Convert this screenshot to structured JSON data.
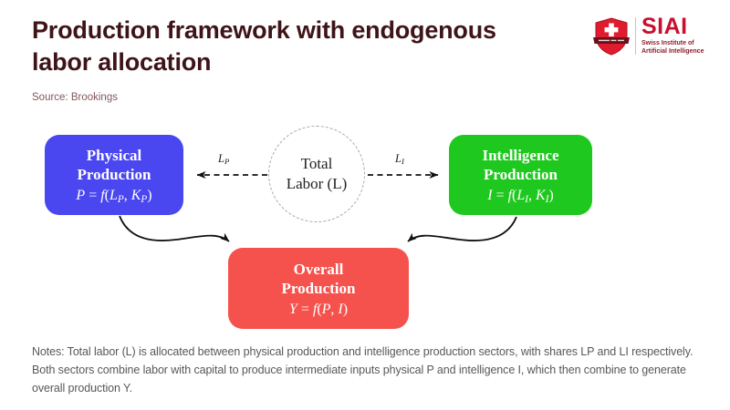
{
  "header": {
    "title_line1": "Production framework with endogenous",
    "title_line2": "labor allocation",
    "title_color": "#3e1417",
    "source": "Source: Brookings",
    "source_color": "#83565c"
  },
  "logo": {
    "name": "SIAI",
    "subtitle_line1": "Swiss Institute of",
    "subtitle_line2": "Artificial Intelligence",
    "brand_red": "#c8102e",
    "brand_dark": "#8c1d2b",
    "shield_icon": "swiss-shield-with-cross-and-banner"
  },
  "diagram": {
    "labor_circle": {
      "line1": "Total",
      "line2": "Labor (L)"
    },
    "edge_label_left": [
      [
        "L",
        "i"
      ],
      [
        "P",
        "s"
      ]
    ],
    "edge_label_right": [
      [
        "L",
        "i"
      ],
      [
        "I",
        "s"
      ]
    ],
    "arrow_color": "#111111",
    "nodes": {
      "physical": {
        "line1": "Physical",
        "line2": "Production",
        "formula": [
          [
            "P",
            "i"
          ],
          [
            " = ",
            "t"
          ],
          [
            "f",
            "i"
          ],
          [
            "(",
            "t"
          ],
          [
            "L",
            "i"
          ],
          [
            "P",
            "s"
          ],
          [
            ", ",
            "t"
          ],
          [
            "K",
            "i"
          ],
          [
            "P",
            "s"
          ],
          [
            ")",
            "t"
          ]
        ],
        "color": "#4a46f0"
      },
      "intelligence": {
        "line1": "Intelligence",
        "line2": "Production",
        "formula": [
          [
            "I",
            "i"
          ],
          [
            " = ",
            "t"
          ],
          [
            "f",
            "i"
          ],
          [
            "(",
            "t"
          ],
          [
            "L",
            "i"
          ],
          [
            "I",
            "s"
          ],
          [
            ", ",
            "t"
          ],
          [
            "K",
            "i"
          ],
          [
            "I",
            "s"
          ],
          [
            ")",
            "t"
          ]
        ],
        "color": "#1fc81f"
      },
      "overall": {
        "line1": "Overall",
        "line2": "Production",
        "formula": [
          [
            "Y",
            "i"
          ],
          [
            " = ",
            "t"
          ],
          [
            "f",
            "i"
          ],
          [
            "(",
            "t"
          ],
          [
            "P",
            "i"
          ],
          [
            ", ",
            "t"
          ],
          [
            "I",
            "i"
          ],
          [
            ")",
            "t"
          ]
        ],
        "color": "#f5524d"
      }
    }
  },
  "notes": {
    "text": "Notes: Total labor (L) is allocated between physical production and intelligence production sectors, with shares LP and LI respectively. Both sectors combine labor with capital to produce intermediate inputs physical P and intelligence I, which then combine to generate overall production Y.",
    "color": "#58585a"
  }
}
